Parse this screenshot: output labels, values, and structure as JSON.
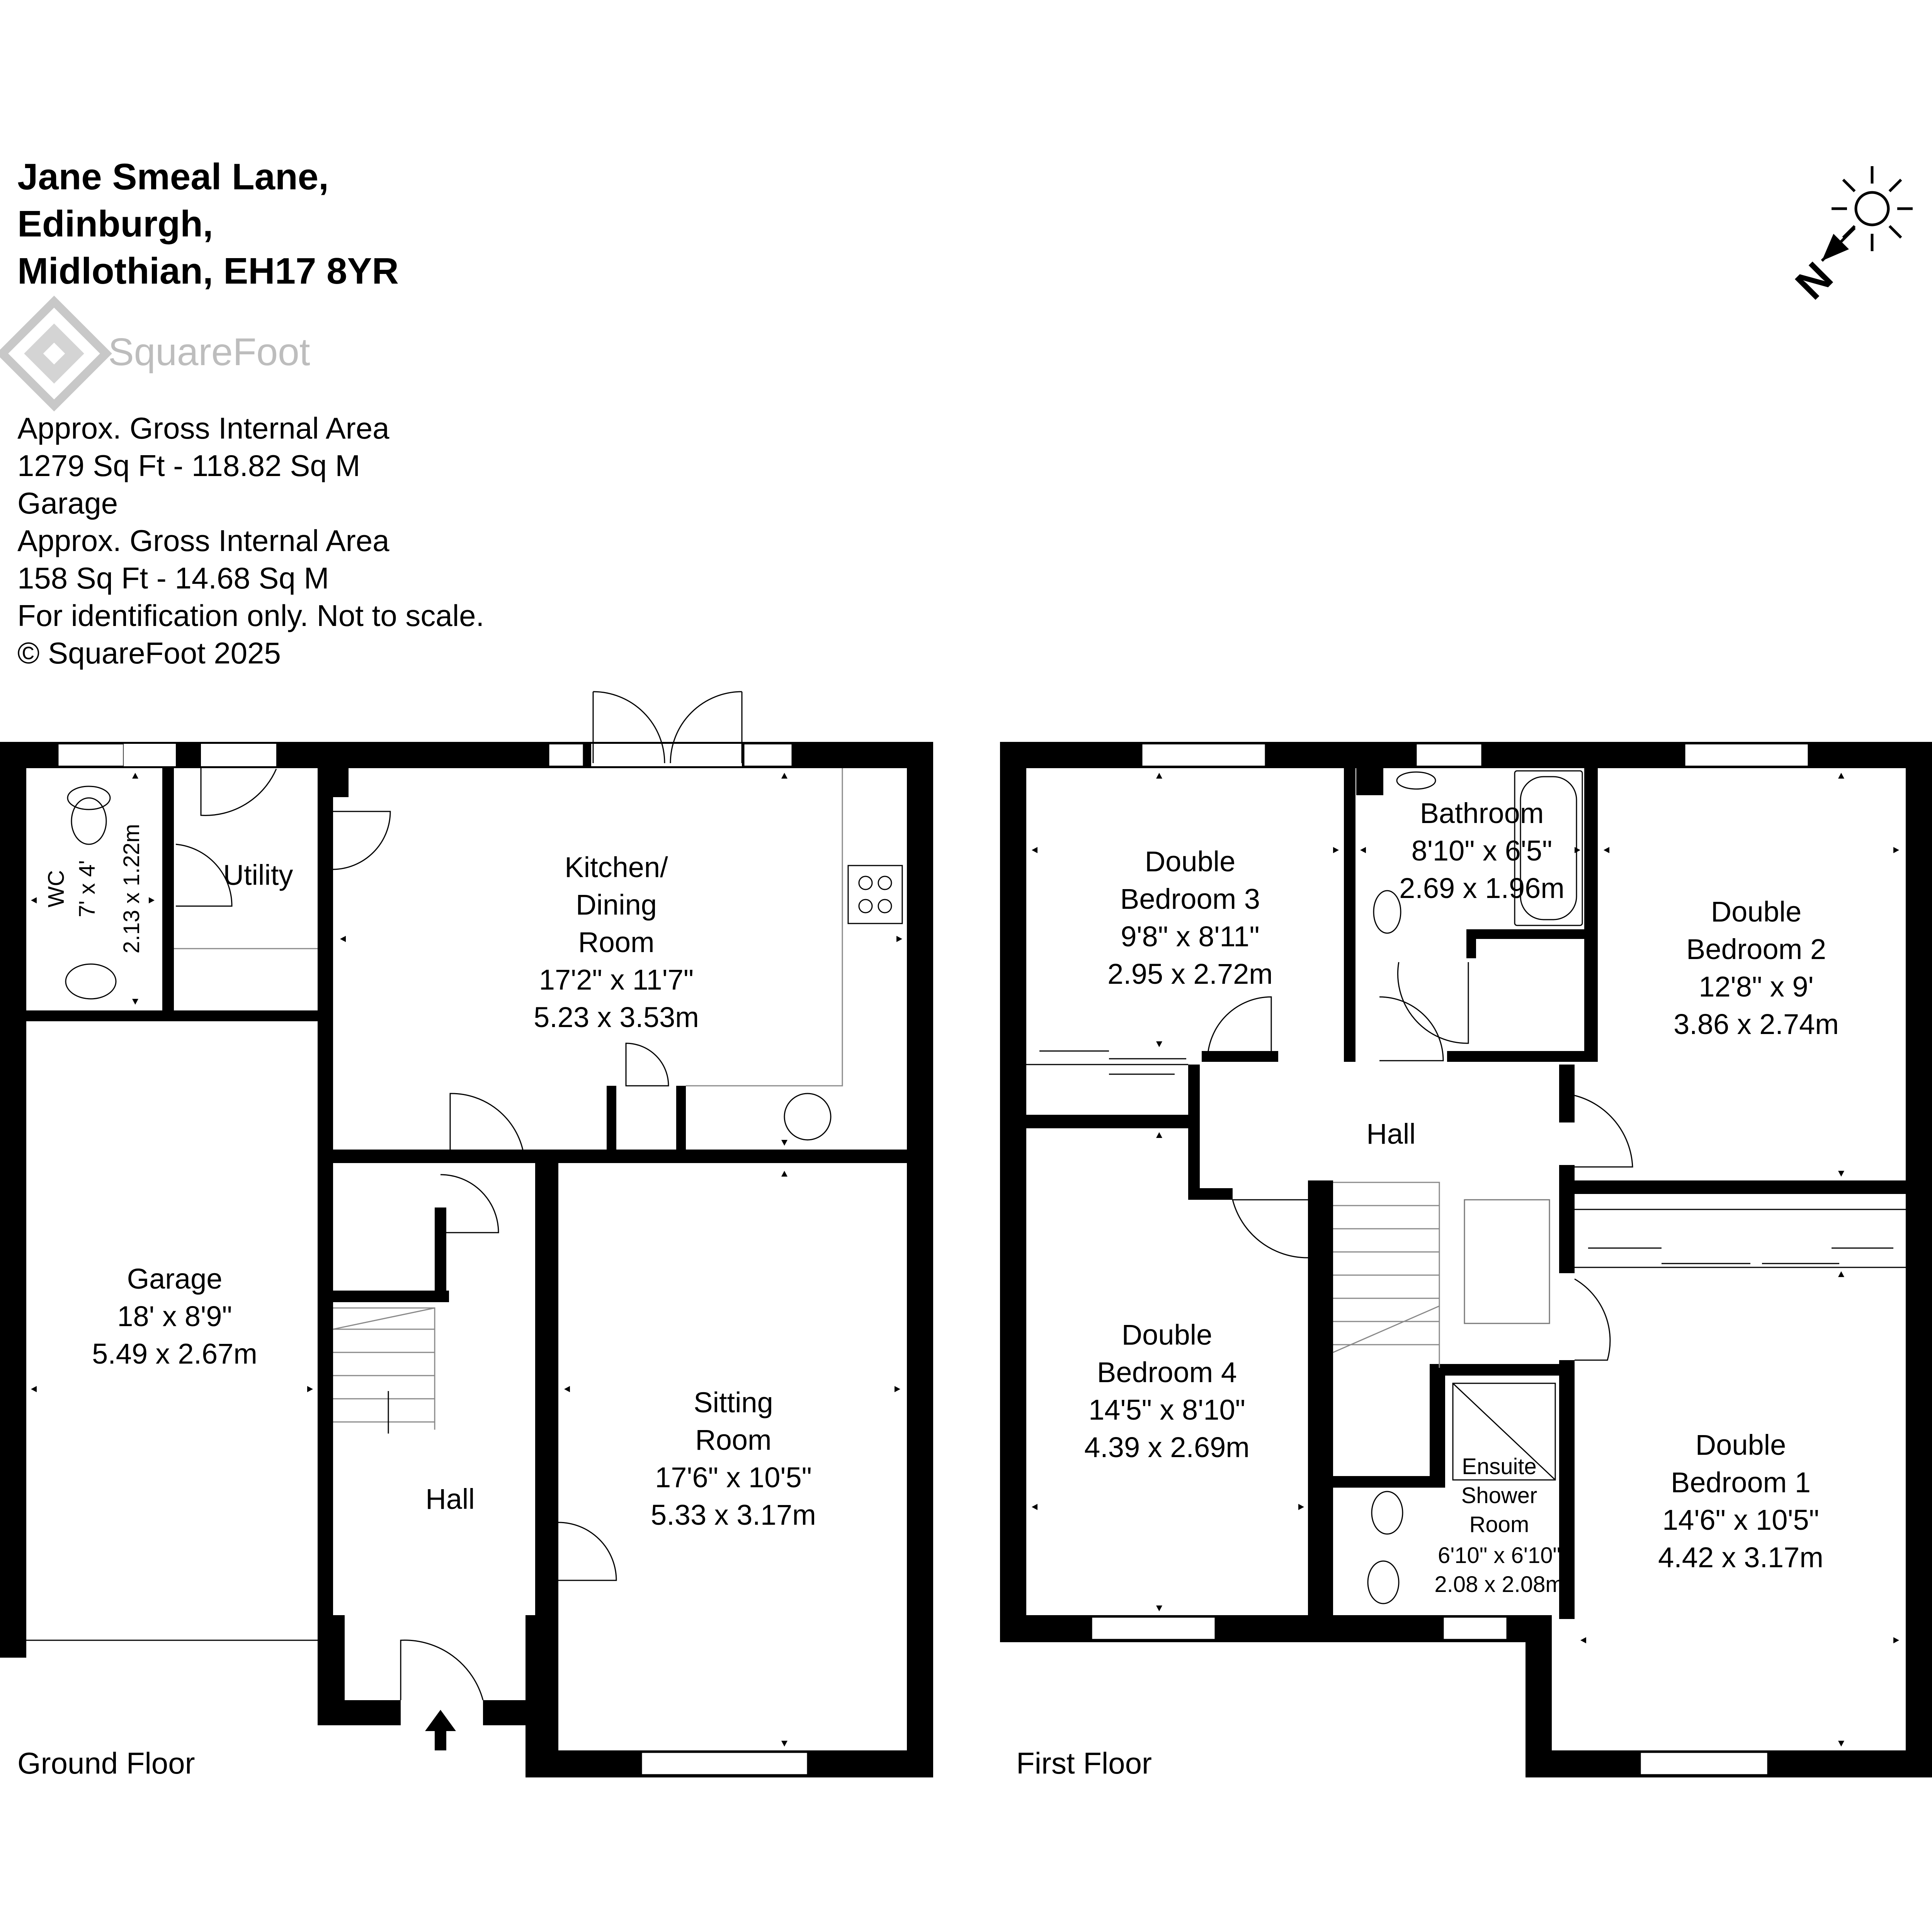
{
  "header": {
    "address_lines": [
      "Jane Smeal Lane,",
      "Edinburgh,",
      "Midlothian, EH17 8YR"
    ],
    "brand": "SquareFoot",
    "info_lines": [
      "Approx. Gross Internal Area",
      "1279 Sq Ft  -  118.82 Sq M",
      "Garage",
      "Approx. Gross Internal Area",
      "158 Sq Ft  -  14.68 Sq M",
      "For identification only. Not to scale.",
      "© SquareFoot 2025"
    ]
  },
  "compass": {
    "label": "N",
    "icon": "north-arrow-sun-icon"
  },
  "floors": {
    "ground": {
      "label": "Ground Floor",
      "rooms": {
        "wc": {
          "name": "WC",
          "imperial": "7' x 4'",
          "metric": "2.13 x 1.22m"
        },
        "utility": {
          "name": "Utility"
        },
        "kitchen": {
          "name1": "Kitchen/",
          "name2": "Dining",
          "name3": "Room",
          "imperial": "17'2\" x 11'7\"",
          "metric": "5.23 x 3.53m"
        },
        "garage": {
          "name": "Garage",
          "imperial": "18' x 8'9\"",
          "metric": "5.49 x 2.67m"
        },
        "hall": {
          "name": "Hall"
        },
        "sitting": {
          "name1": "Sitting",
          "name2": "Room",
          "imperial": "17'6\" x 10'5\"",
          "metric": "5.33 x 3.17m"
        }
      }
    },
    "first": {
      "label": "First Floor",
      "rooms": {
        "bed3": {
          "name1": "Double",
          "name2": "Bedroom 3",
          "imperial": "9'8\" x 8'11\"",
          "metric": "2.95 x 2.72m"
        },
        "bathroom": {
          "name": "Bathroom",
          "imperial": "8'10\" x 6'5\"",
          "metric": "2.69 x 1.96m"
        },
        "bed2": {
          "name1": "Double",
          "name2": "Bedroom 2",
          "imperial": "12'8\" x 9'",
          "metric": "3.86 x 2.74m"
        },
        "hall": {
          "name": "Hall"
        },
        "bed4": {
          "name1": "Double",
          "name2": "Bedroom 4",
          "imperial": "14'5\" x 8'10\"",
          "metric": "4.39 x 2.69m"
        },
        "ensuite": {
          "name1": "Ensuite",
          "name2": "Shower",
          "name3": "Room",
          "imperial": "6'10\" x 6'10\"",
          "metric": "2.08 x 2.08m"
        },
        "bed1": {
          "name1": "Double",
          "name2": "Bedroom 1",
          "imperial": "14'6\" x 10'5\"",
          "metric": "4.42 x 3.17m"
        }
      }
    }
  }
}
